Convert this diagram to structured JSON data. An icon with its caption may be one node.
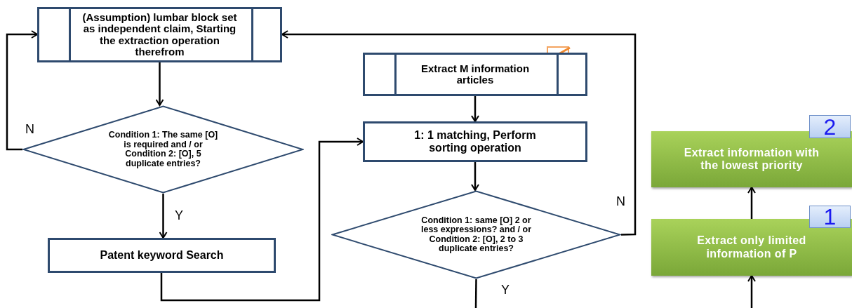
{
  "diagram": {
    "nodes": [
      {
        "text": [
          "(Assumption) lumbar block set as independent claim, Starting the extraction operation therefrom"
        ]
      },
      {
        "text": [
          "Condition 1: The same [O] is required and / or Condition 2: [O], 5 duplicate entries?"
        ]
      },
      {
        "text": [
          "Patent keyword Search"
        ]
      },
      {
        "text": [
          "Extract M information articles"
        ]
      },
      {
        "text": [
          "1: 1 matching, Perform sorting operation"
        ]
      },
      {
        "text": [
          "Condition 1: same [O] 2 or less expressions? and / or Condition 2: [O], 2 to 3 duplicate entries?"
        ]
      },
      {
        "text": [
          "Extract information with the lowest priority"
        ]
      },
      {
        "text": [
          "Extract only limited information of P"
        ]
      },
      {
        "text": [
          "2"
        ]
      },
      {
        "text": [
          "1"
        ]
      }
    ],
    "edges": [
      {
        "from": 0,
        "to": 1,
        "arrow": "to"
      },
      {
        "from": 1,
        "to": 0,
        "arrow": "to",
        "label": "N"
      },
      {
        "from": 1,
        "to": 2,
        "arrow": "to",
        "label": "Y"
      },
      {
        "from": 2,
        "to": 4,
        "arrow": "to"
      },
      {
        "from": 3,
        "to": 4,
        "arrow": "to"
      },
      {
        "from": 4,
        "to": 5,
        "arrow": "to"
      },
      {
        "from": 5,
        "to": 0,
        "arrow": "to",
        "label": "N"
      },
      {
        "from": 5,
        "to": null,
        "arrow": "none",
        "label": "Y"
      },
      {
        "from": 7,
        "to": 6,
        "arrow": "to"
      },
      {
        "from": null,
        "to": 7,
        "arrow": "to"
      }
    ]
  }
}
